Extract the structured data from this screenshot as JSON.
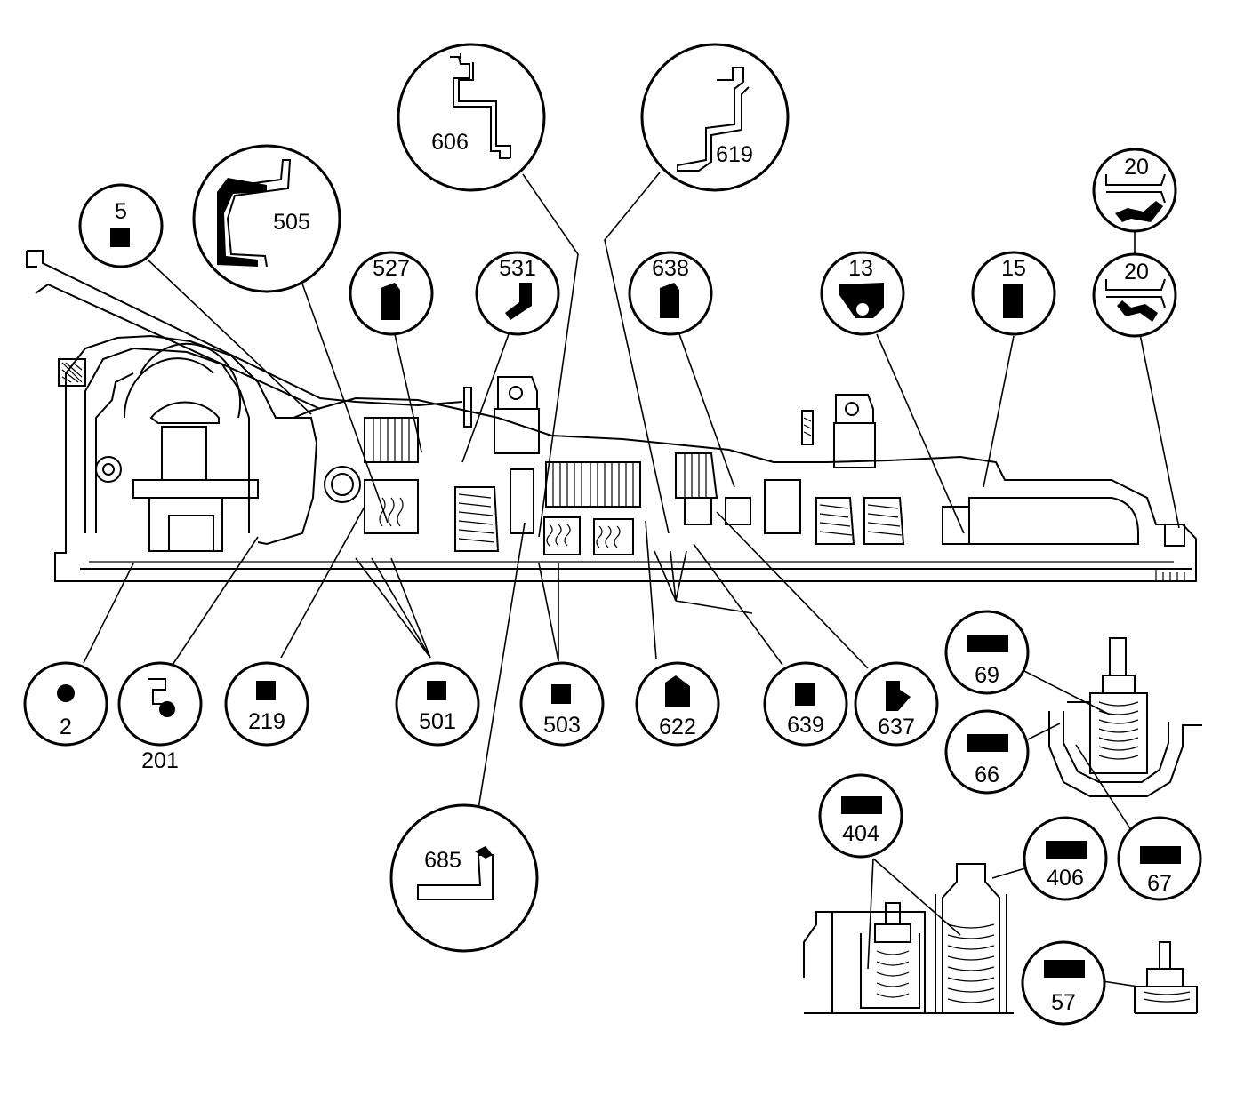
{
  "diagram": {
    "callouts": [
      {
        "id": "2",
        "label": "2",
        "symbol": "dot-icon"
      },
      {
        "id": "201",
        "label": "201",
        "symbol": "seal-ball-icon"
      },
      {
        "id": "219",
        "label": "219",
        "symbol": "square-icon"
      },
      {
        "id": "501",
        "label": "501",
        "symbol": "square-icon"
      },
      {
        "id": "503",
        "label": "503",
        "symbol": "square-icon"
      },
      {
        "id": "622",
        "label": "622",
        "symbol": "lip-seal-icon"
      },
      {
        "id": "639",
        "label": "639",
        "symbol": "square-icon"
      },
      {
        "id": "637",
        "label": "637",
        "symbol": "lip-seal-icon"
      },
      {
        "id": "5",
        "label": "5",
        "symbol": "square-icon"
      },
      {
        "id": "505",
        "label": "505",
        "symbol": "seal-profile-icon"
      },
      {
        "id": "527",
        "label": "527",
        "symbol": "lip-seal-icon"
      },
      {
        "id": "531",
        "label": "531",
        "symbol": "hook-seal-icon"
      },
      {
        "id": "606",
        "label": "606",
        "symbol": "seal-profile-icon"
      },
      {
        "id": "619",
        "label": "619",
        "symbol": "seal-profile-icon"
      },
      {
        "id": "638",
        "label": "638",
        "symbol": "lip-seal-icon"
      },
      {
        "id": "13",
        "label": "13",
        "symbol": "cam-seal-icon"
      },
      {
        "id": "15",
        "label": "15",
        "symbol": "tall-rect-icon"
      },
      {
        "id": "20a",
        "label": "20",
        "symbol": "seal-profile-icon"
      },
      {
        "id": "20b",
        "label": "20",
        "symbol": "seal-profile-icon"
      },
      {
        "id": "685",
        "label": "685",
        "symbol": "angle-seal-icon"
      },
      {
        "id": "69",
        "label": "69",
        "symbol": "wide-bar-icon"
      },
      {
        "id": "66",
        "label": "66",
        "symbol": "wide-bar-icon"
      },
      {
        "id": "67",
        "label": "67",
        "symbol": "wide-bar-icon"
      },
      {
        "id": "404",
        "label": "404",
        "symbol": "wide-bar-icon"
      },
      {
        "id": "406",
        "label": "406",
        "symbol": "wide-bar-icon"
      },
      {
        "id": "57",
        "label": "57",
        "symbol": "wide-bar-icon"
      }
    ]
  }
}
